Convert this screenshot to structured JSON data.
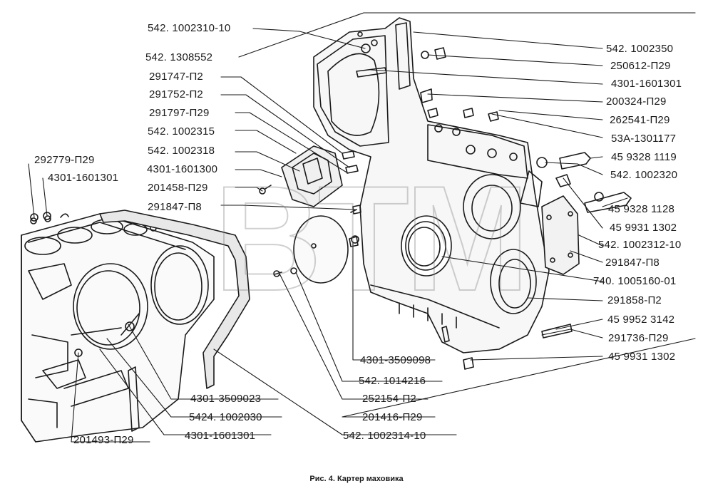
{
  "labels": {
    "l542_1002310_10": "542. 1002310-10",
    "l542_1308552": "542. 1308552",
    "l291747_P2": "291747-П2",
    "l291752_P2": "291752-П2",
    "l291797_P29": "291797-П29",
    "l542_1002315": "542. 1002315",
    "l542_1002318": "542. 1002318",
    "l4301_1601300": "4301-1601300",
    "l201458_P29": "201458-П29",
    "l291847_P8_left": "291847-П8",
    "l292779_P29": "292779-П29",
    "l4301_1601301_left": "4301-1601301",
    "l542_1002350": "542. 1002350",
    "l250612_P29": "250612-П29",
    "l4301_1601301_right": "4301-1601301",
    "l200324_P29": "200324-П29",
    "l262541_P29": "262541-П29",
    "l53A_1301177": "53А-1301177",
    "l45_9328_1119": "45 9328 1119",
    "l542_1002320": "542. 1002320",
    "l45_9328_1128": "45 9328 1128",
    "l45_9931_1302_a": "45 9931 1302",
    "l542_1002312_10": "542. 1002312-10",
    "l291847_P8_right": "291847-П8",
    "l740_1005160_01": "740. 1005160-01",
    "l291858_P2": "291858-П2",
    "l45_9952_3142": "45 9952 3142",
    "l291736_P29": "291736-П29",
    "l45_9931_1302_b": "45 9931 1302",
    "l4301_3509098": "4301-3509098",
    "l542_1014216": "542. 1014216",
    "l252154_P2": "252154-П2",
    "l201416_P29": "201416-П29",
    "l542_1002314_10": "542. 1002314-10",
    "l4301_3509023": "4301-3509023",
    "l5424_1002030": "5424. 1002030",
    "l4301_1601301_bottom": "4301-1601301",
    "l201493_P29": "201493-П29"
  },
  "caption": "Рис. 4. Картер маховика",
  "watermark": "BTM",
  "colors": {
    "ink": "#1a1a1a",
    "paper": "#ffffff",
    "watermark": "#787878"
  }
}
